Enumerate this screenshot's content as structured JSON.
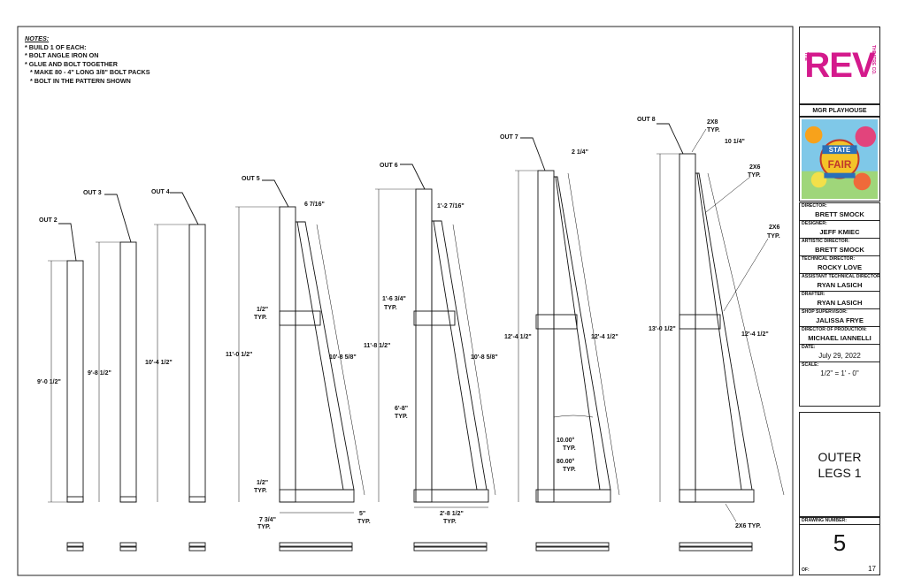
{
  "notes": {
    "header": "NOTES:",
    "lines": [
      "* BUILD 1 OF EACH:",
      "* BOLT ANGLE IRON ON",
      "* GLUE AND BOLT TOGETHER",
      "*    MAKE 80 - 4\" LONG 3/8\" BOLT PACKS",
      "*    BOLT IN THE PATTERN SHOWN"
    ]
  },
  "title_block": {
    "logo_text": "REV",
    "logo_left": "THE",
    "logo_right": "THEATRE CO.",
    "venue": "MGR PLAYHOUSE",
    "poster_top": "STATE",
    "poster_bottom": "FAIR",
    "crew": [
      {
        "label": "DIRECTOR:",
        "value": "BRETT SMOCK"
      },
      {
        "label": "DESIGNER:",
        "value": "JEFF KMIEC"
      },
      {
        "label": "ARTISTIC DIRECTOR:",
        "value": "BRETT SMOCK"
      },
      {
        "label": "TECHNICAL DIRECTOR:",
        "value": "ROCKY LOVE"
      },
      {
        "label": "ASSISTANT TECHNICAL DIRECTOR:",
        "value": "RYAN LASICH"
      },
      {
        "label": "DRAFTER:",
        "value": "RYAN LASICH"
      },
      {
        "label": "SHOP SUPERVISOR:",
        "value": "JALISSA FRYE"
      },
      {
        "label": "DIRECTOR OF PRODUCTION:",
        "value": "MICHAEL IANNELLI"
      },
      {
        "label": "DATE:",
        "value": "July 29, 2022"
      },
      {
        "label": "SCALE:",
        "value": "1/2\" = 1' - 0\""
      }
    ],
    "title_line1": "OUTER",
    "title_line2": "LEGS 1",
    "drawing_number_label": "DRAWING NUMBER:",
    "drawing_number": "5",
    "of_label": "OF:",
    "total_drawings": "17"
  },
  "drawing": {
    "legs": [
      {
        "label": "OUT 2",
        "height": "9'-0 1/2\""
      },
      {
        "label": "OUT 3",
        "height": "9'-8 1/2\""
      },
      {
        "label": "OUT 4",
        "height": "10'-4 1/2\""
      },
      {
        "label": "OUT 5",
        "height": "11'-0 1/2\"",
        "diag": "10'-8 5/8\"",
        "top_offset": "6 7/16\""
      },
      {
        "label": "OUT 6",
        "height": "11'-8 1/2\"",
        "diag": "10'-8 5/8\"",
        "top_offset": "1'-2 7/16\""
      },
      {
        "label": "OUT 7",
        "height": "12'-4 1/2\"",
        "diag": "12'-4 1/2\"",
        "top_offset": "2 1/4\""
      },
      {
        "label": "OUT 8",
        "height": "13'-0 1/2\"",
        "diag": "12'-4 1/2\"",
        "top_offset": "10 1/4\""
      }
    ],
    "callouts": {
      "half_typ": "1/2\"",
      "typ": "TYP.",
      "seven_three_quarter": "7 3/4\"",
      "five_in": "5\"",
      "two_eight_half": "2'-8 1/2\"",
      "one_six_three_quarter": "1'-6 3/4\"",
      "six_eight": "6'-8\"",
      "ten_deg": "10.00°",
      "eighty_deg": "80.00°",
      "two_by_eight": "2X8",
      "two_by_six": "2X6",
      "two_by_six_typ": "2X6 TYP."
    }
  }
}
